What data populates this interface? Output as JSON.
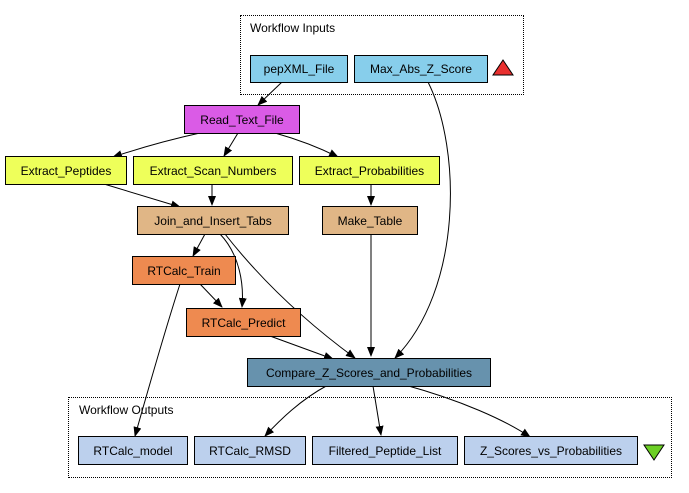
{
  "groups": {
    "inputs_title": "Workflow Inputs",
    "outputs_title": "Workflow Outputs"
  },
  "nodes": {
    "pepxml_file": "pepXML_File",
    "max_abs_z_score": "Max_Abs_Z_Score",
    "read_text_file": "Read_Text_File",
    "extract_peptides": "Extract_Peptides",
    "extract_scan_numbers": "Extract_Scan_Numbers",
    "extract_probabilities": "Extract_Probabilities",
    "join_and_insert_tabs": "Join_and_Insert_Tabs",
    "make_table": "Make_Table",
    "rtcalc_train": "RTCalc_Train",
    "rtcalc_predict": "RTCalc_Predict",
    "compare_z_scores": "Compare_Z_Scores_and_Probabilities",
    "rtcalc_model": "RTCalc_model",
    "rtcalc_rmsd": "RTCalc_RMSD",
    "filtered_peptide_list": "Filtered_Peptide_List",
    "z_scores_vs_probabilities": "Z_Scores_vs_Probabilities"
  },
  "colors": {
    "input": "#87ceeb",
    "read": "#da5be6",
    "extract": "#eeff5a",
    "join": "#e0b686",
    "rtcalc": "#ee8a50",
    "compare": "#6792ad",
    "output": "#bcd0ed",
    "input_marker": "#e8302f",
    "output_marker": "#6ccf25"
  }
}
